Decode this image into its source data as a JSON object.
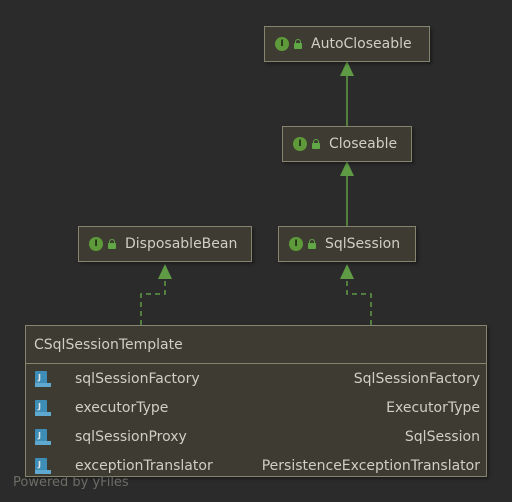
{
  "interfaces": {
    "autocloseable": {
      "badge": "I",
      "name": "AutoCloseable"
    },
    "closeable": {
      "badge": "I",
      "name": "Closeable"
    },
    "disposablebean": {
      "badge": "I",
      "name": "DisposableBean"
    },
    "sqlsession": {
      "badge": "I",
      "name": "SqlSession"
    }
  },
  "class_node": {
    "badge": "C",
    "name": "SqlSessionTemplate",
    "fields": [
      {
        "name": "sqlSessionFactory",
        "type": "SqlSessionFactory"
      },
      {
        "name": "executorType",
        "type": "ExecutorType"
      },
      {
        "name": "sqlSessionProxy",
        "type": "SqlSession"
      },
      {
        "name": "exceptionTranslator",
        "type": "PersistenceExceptionTranslator"
      }
    ]
  },
  "footer": "Powered by yFiles",
  "colors": {
    "background": "#2b2b2b",
    "node_fill": "#3e3c32",
    "node_border": "#86846f",
    "edge": "#5f9b45",
    "interface_badge": "#5e9a3a",
    "class_badge": "#3d8db6"
  }
}
